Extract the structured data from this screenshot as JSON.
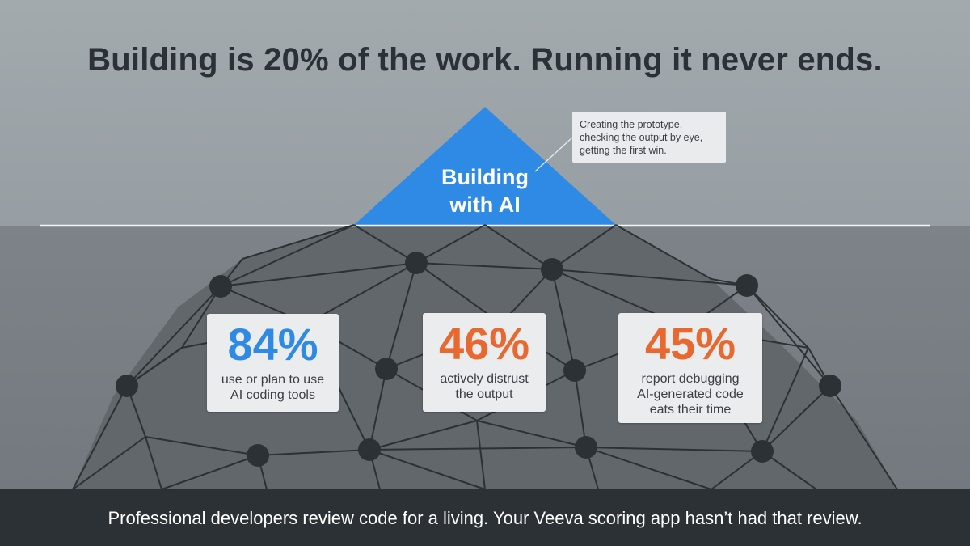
{
  "headline": "Building is 20% of the work. Running it never ends.",
  "tip": {
    "label_line1": "Building",
    "label_line2": "with AI",
    "color": "#2f8ae6"
  },
  "callout": {
    "line1": "Creating the prototype,",
    "line2": "checking the output by eye,",
    "line3": "getting the first win."
  },
  "stats": [
    {
      "value": "84%",
      "line1": "use or plan to use",
      "line2": "AI coding tools",
      "line3": "",
      "color": "#2f8ae6"
    },
    {
      "value": "46%",
      "line1": "actively distrust",
      "line2": "the output",
      "line3": "",
      "color": "#e8682f"
    },
    {
      "value": "45%",
      "line1": "report debugging",
      "line2": "AI-generated code",
      "line3": "eats their time",
      "color": "#e8682f"
    }
  ],
  "footer": {
    "text": "Professional developers review code for a living. Your Veeva scoring app hasn’t had that review."
  },
  "colors": {
    "background_top": "#9aa1a6",
    "background_bottom": "#787e83",
    "network_fill": "#62676c",
    "node": "#2c3136",
    "footer_bg": "#2c3136"
  }
}
